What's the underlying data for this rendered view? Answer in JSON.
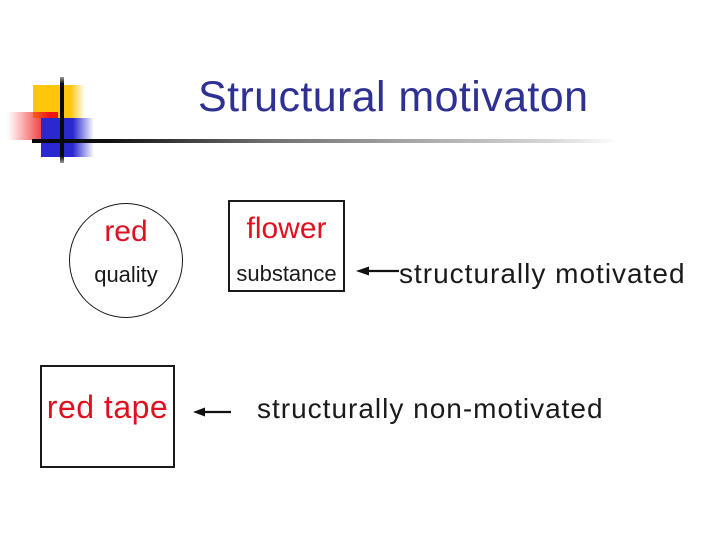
{
  "title": "Structural motivaton",
  "motivated": {
    "circle": {
      "word": "red",
      "category": "quality"
    },
    "box": {
      "word": "flower",
      "category": "substance"
    },
    "label": "structurally motivated"
  },
  "non_motivated": {
    "box": {
      "word": "red tape"
    },
    "label": "structurally non-motivated"
  },
  "icons": {
    "arrow_motivated": "left-arrow",
    "arrow_non_motivated": "left-arrow"
  },
  "colors": {
    "title_navy": "#2e3192",
    "highlight_red": "#e01020",
    "text_black": "#1a1a1a",
    "logo_yellow": "#ffc60a",
    "logo_blue": "#2929cf",
    "logo_red": "#ee1313"
  }
}
